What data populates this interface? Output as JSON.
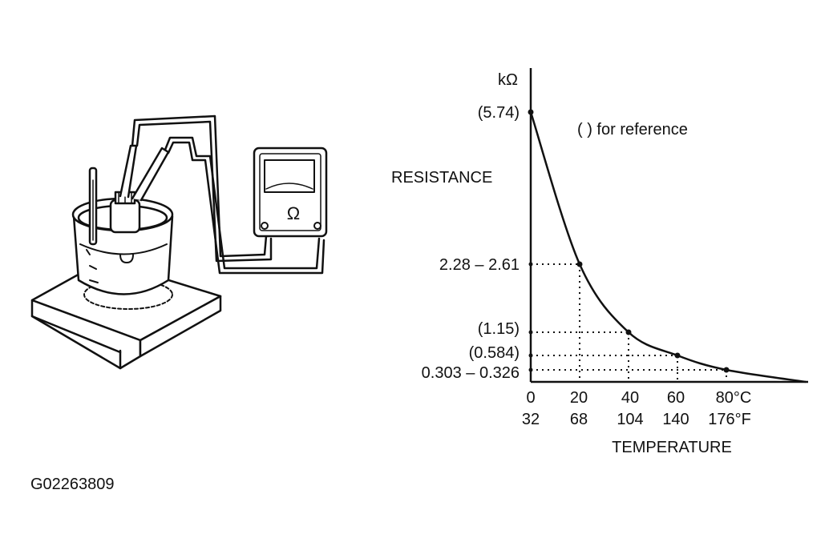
{
  "figure_id": "G02263809",
  "apparatus": {
    "meter_symbol": "Ω"
  },
  "chart_data": {
    "type": "line",
    "y_unit_label": "kΩ",
    "ylabel": "RESISTANCE",
    "xlabel": "TEMPERATURE",
    "note": "(  ) for reference",
    "x_ticks_c": [
      "0",
      "20",
      "40",
      "60",
      "80°C"
    ],
    "x_ticks_f": [
      "32",
      "68",
      "104",
      "140",
      "176°F"
    ],
    "y_ticks": [
      "(5.74)",
      "2.28 – 2.61",
      "(1.15)",
      "(0.584)",
      "0.303 – 0.326"
    ],
    "points": [
      {
        "x": 0,
        "y": 5.74
      },
      {
        "x": 20,
        "y": 2.45
      },
      {
        "x": 40,
        "y": 1.15
      },
      {
        "x": 60,
        "y": 0.584
      },
      {
        "x": 80,
        "y": 0.315
      }
    ],
    "line_color": "#111111"
  }
}
